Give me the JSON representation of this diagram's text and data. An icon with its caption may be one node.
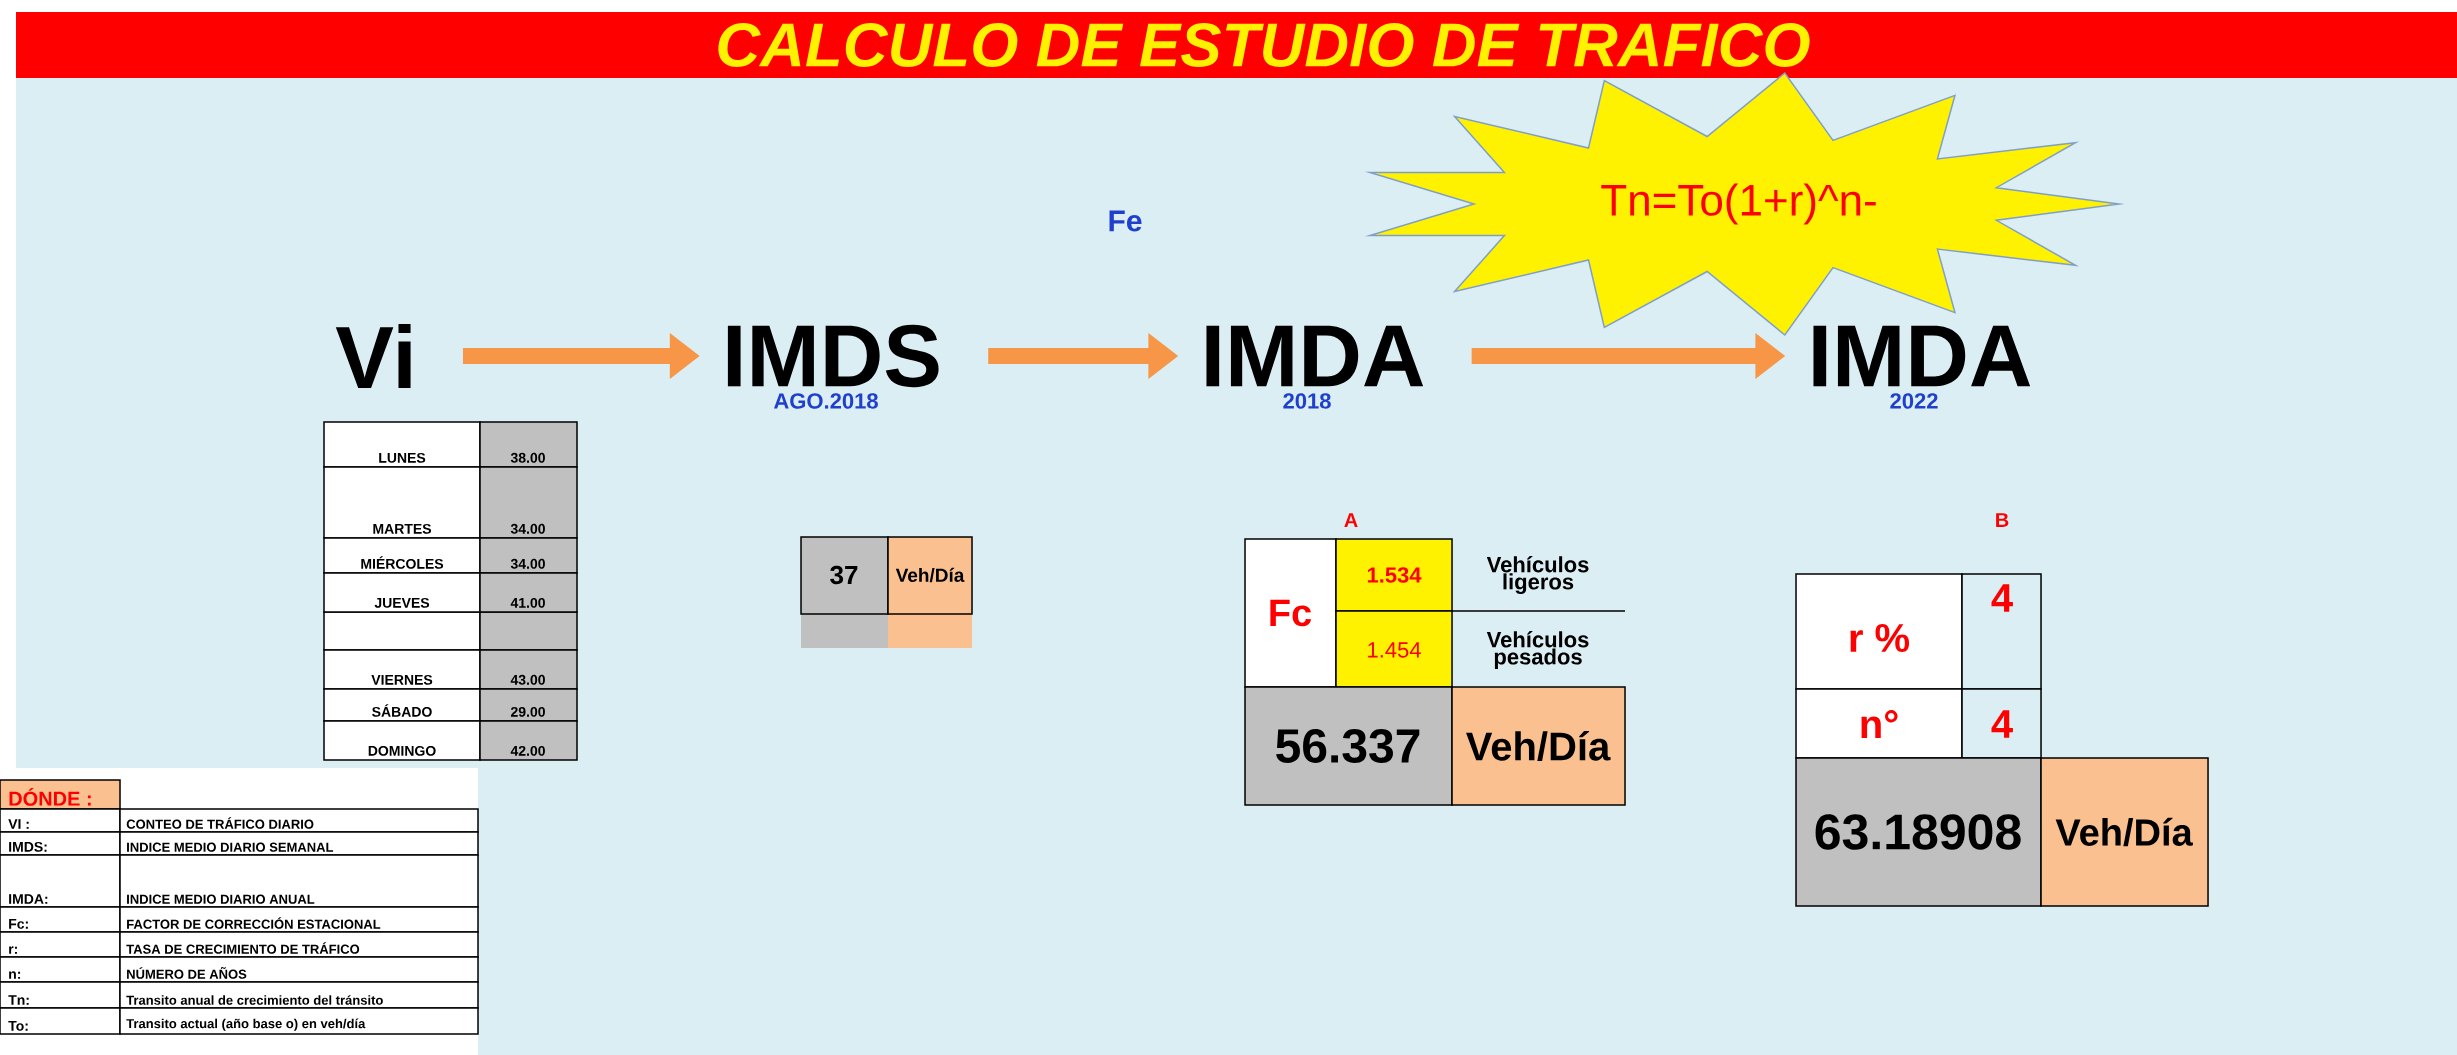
{
  "diagram": {
    "title": "CALCULO DE ESTUDIO DE TRAFICO",
    "nodes": [
      {
        "text": [
          "Vi"
        ]
      },
      {
        "text": [
          "IMDS"
        ],
        "beside": [
          "AGO.2018"
        ]
      },
      {
        "text": [
          "IMDA"
        ],
        "beside": [
          "2018"
        ]
      },
      {
        "text": [
          "IMDA"
        ],
        "beside": [
          "2022"
        ]
      },
      {
        "text": [
          "Tn=To(1+r)^n-"
        ]
      }
    ],
    "edges": [
      {
        "from": 0,
        "to": 1,
        "arrow": "to"
      },
      {
        "from": 1,
        "to": 2,
        "arrow": "to"
      },
      {
        "from": 2,
        "to": 3,
        "arrow": "to"
      }
    ],
    "labels": [
      "Fe",
      "LUNES",
      "38.00",
      "MARTES",
      "34.00",
      "MIÉRCOLES",
      "34.00",
      "JUEVES",
      "41.00",
      "VIERNES",
      "43.00",
      "SÁBADO",
      "29.00",
      "DOMINGO",
      "42.00",
      "37",
      "Veh/Día",
      "A",
      "Fc",
      "1.534",
      "Vehículos ligeros",
      "1.454",
      "Vehículos pesados",
      "56.337",
      "Veh/Día",
      "B",
      "r %",
      "4",
      "n°",
      "4",
      "63.18908",
      "Veh/Día",
      "DÓNDE :",
      "VI :",
      "CONTEO DE TRÁFICO DIARIO",
      "IMDS:",
      "INDICE MEDIO DIARIO SEMANAL",
      "IMDA:",
      "INDICE MEDIO DIARIO ANUAL",
      "Fc:",
      "FACTOR DE CORRECCIÓN ESTACIONAL",
      "r:",
      "TASA DE CRECIMIENTO DE TRÁFICO",
      "n:",
      "NÚMERO DE AÑOS",
      "Tn:",
      "Transito anual de crecimiento del tránsito",
      "To:",
      "Transito actual (año base o) en veh/día"
    ]
  }
}
